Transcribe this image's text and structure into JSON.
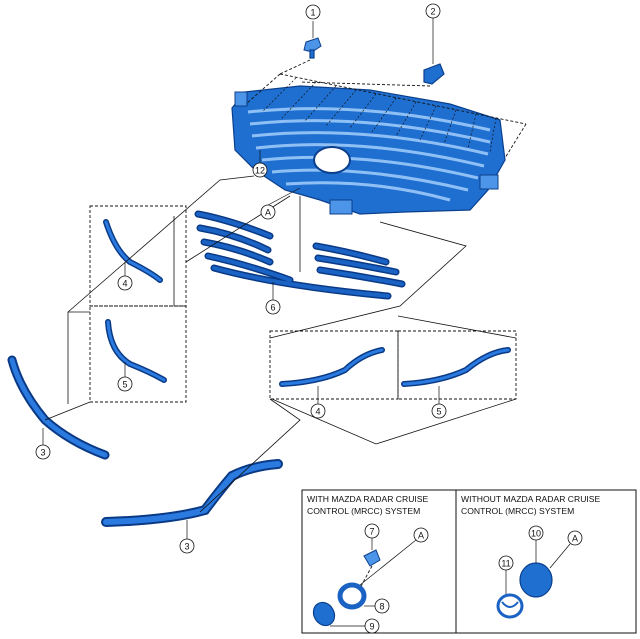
{
  "callouts": {
    "c1": "1",
    "c2": "2",
    "c3a": "3",
    "c3b": "3",
    "c4a": "4",
    "c4b": "4",
    "c5a": "5",
    "c5b": "5",
    "c6": "6",
    "c7": "7",
    "c8": "8",
    "c9": "9",
    "c10": "10",
    "c11": "11",
    "c12": "12",
    "cAgrille": "A",
    "cAmrcc": "A",
    "cAnomrcc": "A"
  },
  "boxes": {
    "with_mrcc": {
      "line1": "WITH MAZDA RADAR CRUISE",
      "line2": "CONTROL (MRCC) SYSTEM"
    },
    "without_mrcc": {
      "line1": "WITHOUT MAZDA RADAR CRUISE",
      "line2": "CONTROL (MRCC) SYSTEM"
    }
  },
  "colors": {
    "part_blue": "#1f6fd1",
    "part_edge": "#0b3f8c",
    "line": "#111111"
  }
}
